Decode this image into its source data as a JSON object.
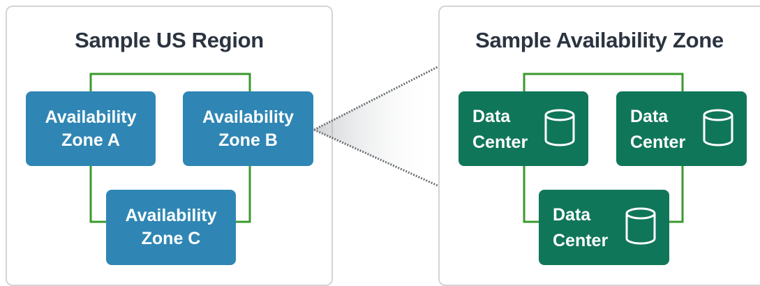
{
  "region": {
    "title": "Sample US Region",
    "zones": [
      {
        "line1": "Availability",
        "line2": "Zone A"
      },
      {
        "line1": "Availability",
        "line2": "Zone B"
      },
      {
        "line1": "Availability",
        "line2": "Zone C"
      }
    ]
  },
  "zone": {
    "title": "Sample Availability Zone",
    "data_centers": [
      {
        "line1": "Data",
        "line2": "Center"
      },
      {
        "line1": "Data",
        "line2": "Center"
      },
      {
        "line1": "Data",
        "line2": "Center"
      }
    ]
  },
  "colors": {
    "availability_zone_box": "#2f86b4",
    "data_center_box": "#107659",
    "connector_line": "#3a9a2c",
    "panel_border": "#d4d4d4",
    "title_text": "#2b3440"
  },
  "icons": {
    "data_center": "database-cylinder-icon"
  }
}
